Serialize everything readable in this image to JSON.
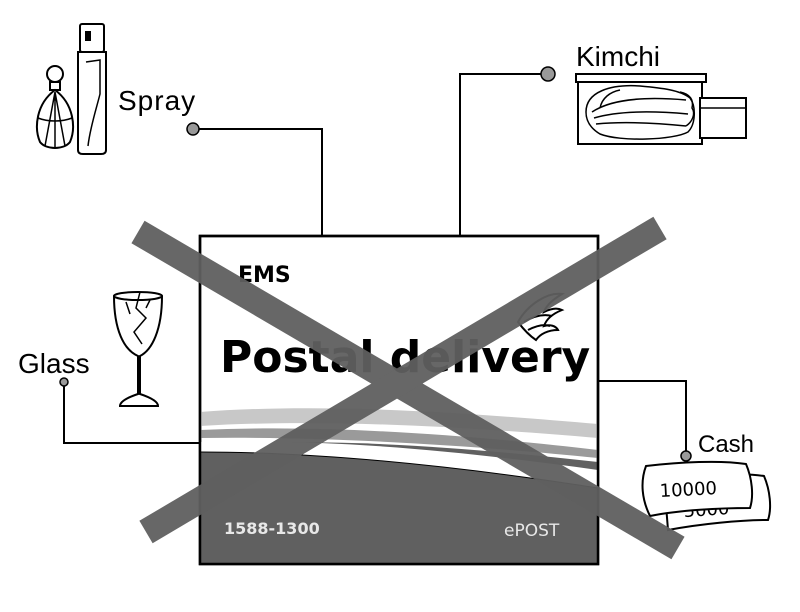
{
  "items": {
    "spray": {
      "label": "Spray"
    },
    "kimchi": {
      "label": "Kimchi"
    },
    "glass": {
      "label": "Glass"
    },
    "cash": {
      "label": "Cash",
      "note_value": "10000",
      "note_value_2": "5000"
    }
  },
  "box": {
    "brand": "EMS",
    "title": "Postal delivery",
    "phone": "1588-1300",
    "service": "ePOST"
  },
  "colors": {
    "cross": "#5f5f5f",
    "box_dark": "#606060",
    "stripe_light": "#c8c8c8",
    "stripe_mid": "#9a9a9a",
    "connector": "#000000",
    "dot": "#999999"
  },
  "icons": [
    "spray-bottle-icon",
    "perfume-bottle-icon",
    "kimchi-container-icon",
    "broken-glass-icon",
    "banknotes-icon",
    "wing-logo-icon",
    "prohibition-cross-icon"
  ]
}
